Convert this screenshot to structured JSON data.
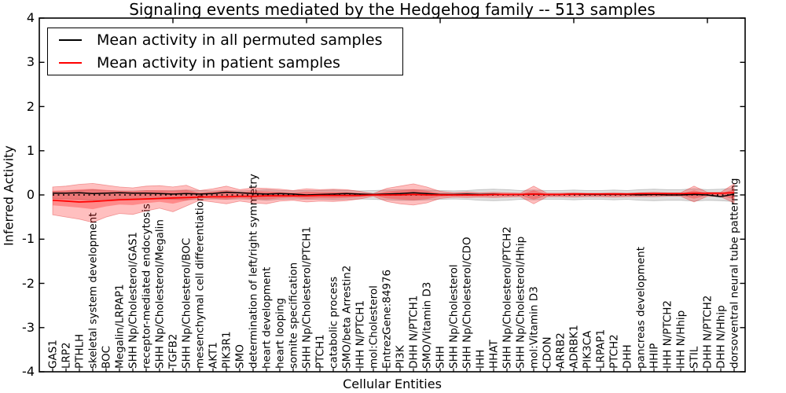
{
  "chart_data": {
    "type": "line",
    "title": "Signaling events mediated by the Hedgehog family -- 513 samples",
    "xlabel": "Cellular Entities",
    "ylabel": "Inferred Activity",
    "ylim": [
      -4,
      4
    ],
    "yticks": [
      4,
      3,
      2,
      1,
      0,
      -1,
      -2,
      -3,
      -4
    ],
    "xticks_top": [
      10,
      20,
      30,
      40,
      50
    ],
    "grid": false,
    "legend_position": "upper left",
    "baseline": {
      "value": 0,
      "style": "dotted",
      "color": "#000000"
    },
    "categories": [
      "GAS1",
      "LRP2",
      "PTHLH",
      "skeletal system development",
      "BOC",
      "Megalin/LRPAP1",
      "SHH Np/Cholesterol/GAS1",
      "receptor-mediated endocytosis",
      "SHH Np/Cholesterol/Megalin",
      "TGFB2",
      "SHH Np/Cholesterol/BOC",
      "mesenchymal cell differentiation",
      "AKT1",
      "PIK3R1",
      "SMO",
      "determination of left/right symmetry",
      "heart development",
      "heart looping",
      "somite specification",
      "SHH Np/Cholesterol/PTCH1",
      "PTCH1",
      "catabolic process",
      "SMO/beta Arrestin2",
      "IHH N/PTCH1",
      "mol:Cholesterol",
      "EntrezGene:84976",
      "PI3K",
      "DHH N/PTCH1",
      "SMO/Vitamin D3",
      "SHH",
      "SHH Np/Cholesterol",
      "SHH Np/Cholesterol/CDO",
      "IHH",
      "HHAT",
      "SHH Np/Cholesterol/PTCH2",
      "SHH Np/Cholesterol/Hhip",
      "mol:Vitamin D3",
      "CDON",
      "ARRB2",
      "ADRBK1",
      "PIK3CA",
      "LRPAP1",
      "PTCH2",
      "DHH",
      "pancreas development",
      "HHIP",
      "IHH N/PTCH2",
      "IHH N/Hhip",
      "STIL",
      "DHH N/PTCH2",
      "DHH N/Hhip",
      "dorsoventral neural tube patterning"
    ],
    "series": [
      {
        "name": "Mean activity in all permuted samples",
        "color": "#000000",
        "style": "solid",
        "values": [
          0.04,
          0.04,
          0.05,
          0.03,
          0.04,
          0.05,
          0.04,
          0.04,
          0.03,
          0.02,
          0.03,
          0.02,
          0.03,
          0.06,
          0.05,
          0.03,
          0.02,
          0.03,
          0.02,
          0.0,
          0.01,
          0.02,
          0.03,
          0.02,
          0.01,
          0.02,
          0.03,
          0.05,
          0.03,
          0.01,
          0.01,
          0.02,
          0.01,
          0.02,
          0.01,
          0.01,
          0.02,
          0.01,
          0.01,
          0.02,
          0.01,
          0.01,
          0.01,
          0.01,
          0.0,
          0.01,
          0.0,
          0.0,
          0.01,
          0.0,
          -0.04,
          0.02
        ]
      },
      {
        "name": "Mean activity in patient samples",
        "color": "#ff0000",
        "style": "solid",
        "values": [
          -0.12,
          -0.14,
          -0.16,
          -0.15,
          -0.13,
          -0.11,
          -0.1,
          -0.09,
          -0.08,
          -0.07,
          -0.06,
          -0.05,
          -0.04,
          -0.04,
          -0.03,
          -0.03,
          -0.02,
          -0.02,
          -0.02,
          -0.02,
          -0.01,
          -0.01,
          -0.01,
          -0.01,
          0.0,
          0.0,
          0.0,
          0.01,
          0.0,
          0.0,
          0.0,
          0.0,
          0.0,
          0.01,
          0.01,
          0.01,
          0.02,
          0.01,
          0.01,
          0.02,
          0.02,
          0.02,
          0.02,
          0.02,
          0.03,
          0.03,
          0.03,
          0.03,
          0.04,
          0.04,
          0.04,
          0.05
        ]
      }
    ],
    "bands": [
      {
        "name": "permuted samples range",
        "color": "#808080",
        "upper": [
          0.08,
          0.09,
          0.1,
          0.12,
          0.1,
          0.09,
          0.09,
          0.1,
          0.09,
          0.1,
          0.11,
          0.1,
          0.09,
          0.1,
          0.09,
          0.1,
          0.12,
          0.1,
          0.09,
          0.1,
          0.1,
          0.11,
          0.1,
          0.09,
          0.1,
          0.11,
          0.12,
          0.12,
          0.11,
          0.1,
          0.09,
          0.1,
          0.12,
          0.13,
          0.12,
          0.1,
          0.11,
          0.1,
          0.1,
          0.11,
          0.1,
          0.1,
          0.11,
          0.1,
          0.12,
          0.13,
          0.12,
          0.12,
          0.14,
          0.12,
          0.13,
          0.15
        ],
        "lower": [
          -0.08,
          -0.09,
          -0.1,
          -0.12,
          -0.1,
          -0.09,
          -0.09,
          -0.1,
          -0.09,
          -0.1,
          -0.11,
          -0.1,
          -0.09,
          -0.1,
          -0.09,
          -0.1,
          -0.12,
          -0.1,
          -0.09,
          -0.1,
          -0.1,
          -0.11,
          -0.1,
          -0.09,
          -0.1,
          -0.11,
          -0.12,
          -0.12,
          -0.11,
          -0.1,
          -0.09,
          -0.1,
          -0.12,
          -0.13,
          -0.12,
          -0.1,
          -0.11,
          -0.1,
          -0.1,
          -0.11,
          -0.1,
          -0.1,
          -0.11,
          -0.1,
          -0.12,
          -0.13,
          -0.12,
          -0.12,
          -0.14,
          -0.12,
          -0.13,
          -0.15
        ]
      },
      {
        "name": "patient samples range",
        "color": "#ff0000",
        "upper": [
          0.18,
          0.2,
          0.24,
          0.26,
          0.22,
          0.18,
          0.16,
          0.2,
          0.21,
          0.18,
          0.22,
          0.1,
          0.14,
          0.2,
          0.12,
          0.16,
          0.15,
          0.13,
          0.1,
          0.14,
          0.12,
          0.13,
          0.12,
          0.08,
          0.03,
          0.15,
          0.2,
          0.25,
          0.18,
          0.08,
          0.05,
          0.07,
          0.05,
          0.06,
          0.05,
          0.04,
          0.2,
          0.04,
          0.04,
          0.05,
          0.04,
          0.04,
          0.05,
          0.04,
          0.05,
          0.06,
          0.05,
          0.05,
          0.2,
          0.06,
          0.06,
          0.25
        ],
        "lower": [
          -0.45,
          -0.5,
          -0.55,
          -0.62,
          -0.5,
          -0.42,
          -0.44,
          -0.36,
          -0.3,
          -0.38,
          -0.25,
          -0.12,
          -0.16,
          -0.2,
          -0.14,
          -0.18,
          -0.2,
          -0.14,
          -0.12,
          -0.16,
          -0.14,
          -0.15,
          -0.13,
          -0.09,
          -0.03,
          -0.15,
          -0.2,
          -0.23,
          -0.18,
          -0.08,
          -0.05,
          -0.06,
          -0.05,
          -0.06,
          -0.05,
          -0.04,
          -0.2,
          -0.04,
          -0.04,
          -0.05,
          -0.04,
          -0.04,
          -0.05,
          -0.04,
          -0.04,
          -0.04,
          -0.03,
          -0.03,
          -0.16,
          -0.03,
          -0.04,
          -0.18
        ]
      }
    ]
  }
}
